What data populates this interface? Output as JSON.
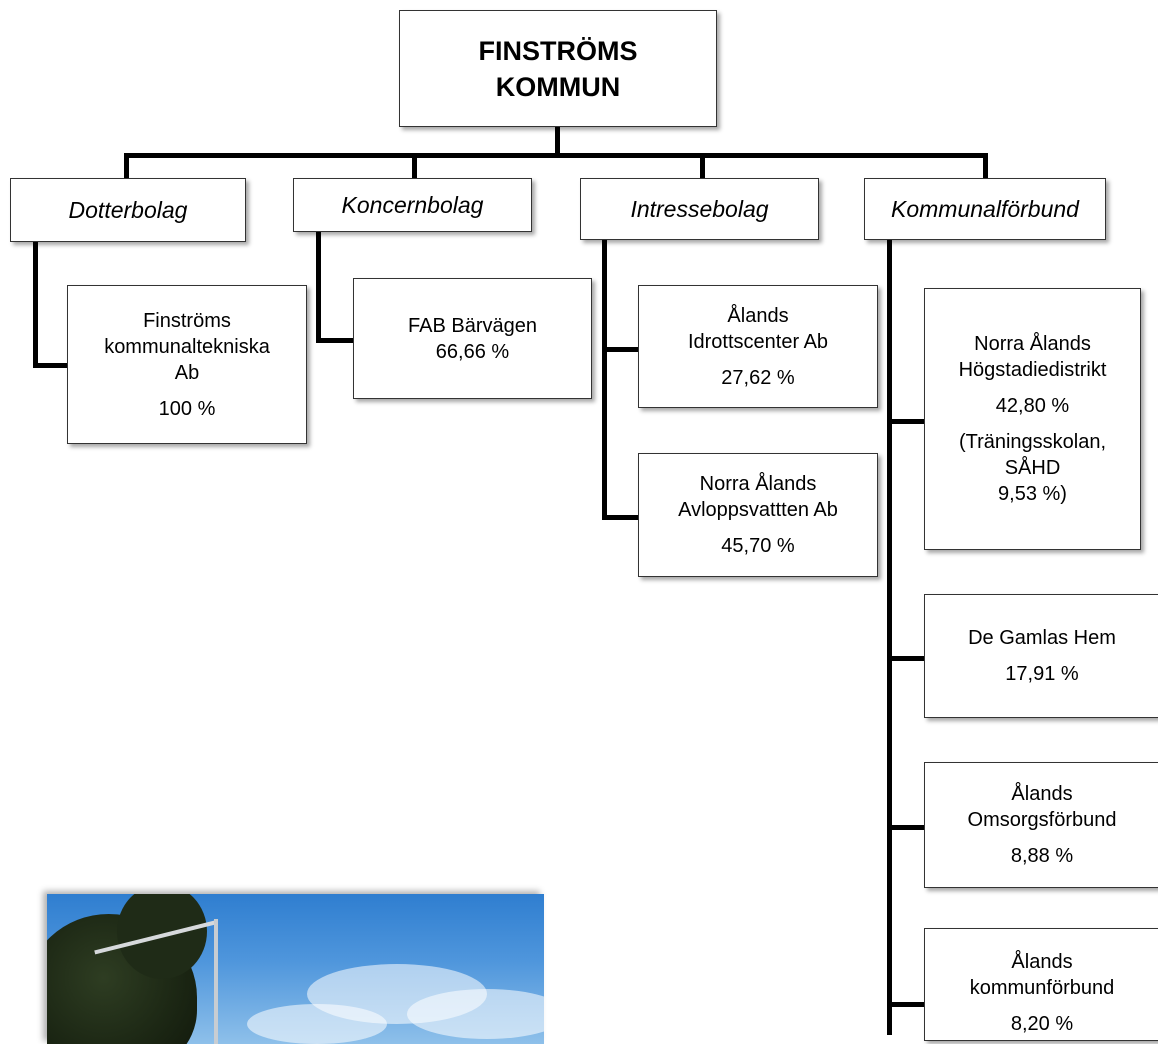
{
  "root": {
    "line1": "FINSTRÖMS",
    "line2": "KOMMUN"
  },
  "categories": {
    "dotterbolag": "Dotterbolag",
    "koncernbolag": "Koncernbolag",
    "intressebolag": "Intressebolag",
    "kommunalforbund": "Kommunalförbund"
  },
  "entities": {
    "finstroms_kommunaltekniska": {
      "line1": "Finströms",
      "line2": "kommunaltekniska",
      "line3": "Ab",
      "share": "100 %"
    },
    "fab_barvagen": {
      "line1": "FAB Bärvägen",
      "share": "66,66 %"
    },
    "alands_idrottscenter": {
      "line1": "Ålands",
      "line2": "Idrottscenter Ab",
      "share": "27,62 %"
    },
    "norra_alands_avloppsvatten": {
      "line1": "Norra Ålands",
      "line2": "Avloppsvattten Ab",
      "share": "45,70 %"
    },
    "norra_alands_hogstadiedistrikt": {
      "line1": "Norra Ålands",
      "line2": "Högstadiedistrikt",
      "share": "42,80 %",
      "note1": "(Träningsskolan,",
      "note2": "SÅHD",
      "note3": "9,53 %)"
    },
    "de_gamlas_hem": {
      "line1": "De Gamlas Hem",
      "share": "17,91 %"
    },
    "alands_omsorgsforbund": {
      "line1": "Ålands",
      "line2": "Omsorgsförbund",
      "share": "8,88 %"
    },
    "alands_kommunforbund": {
      "line1": "Ålands",
      "line2": "kommunförbund",
      "share": "8,20 %"
    }
  },
  "colors": {
    "line": "#000000",
    "border": "#333333",
    "box_fill": "#ffffff"
  }
}
